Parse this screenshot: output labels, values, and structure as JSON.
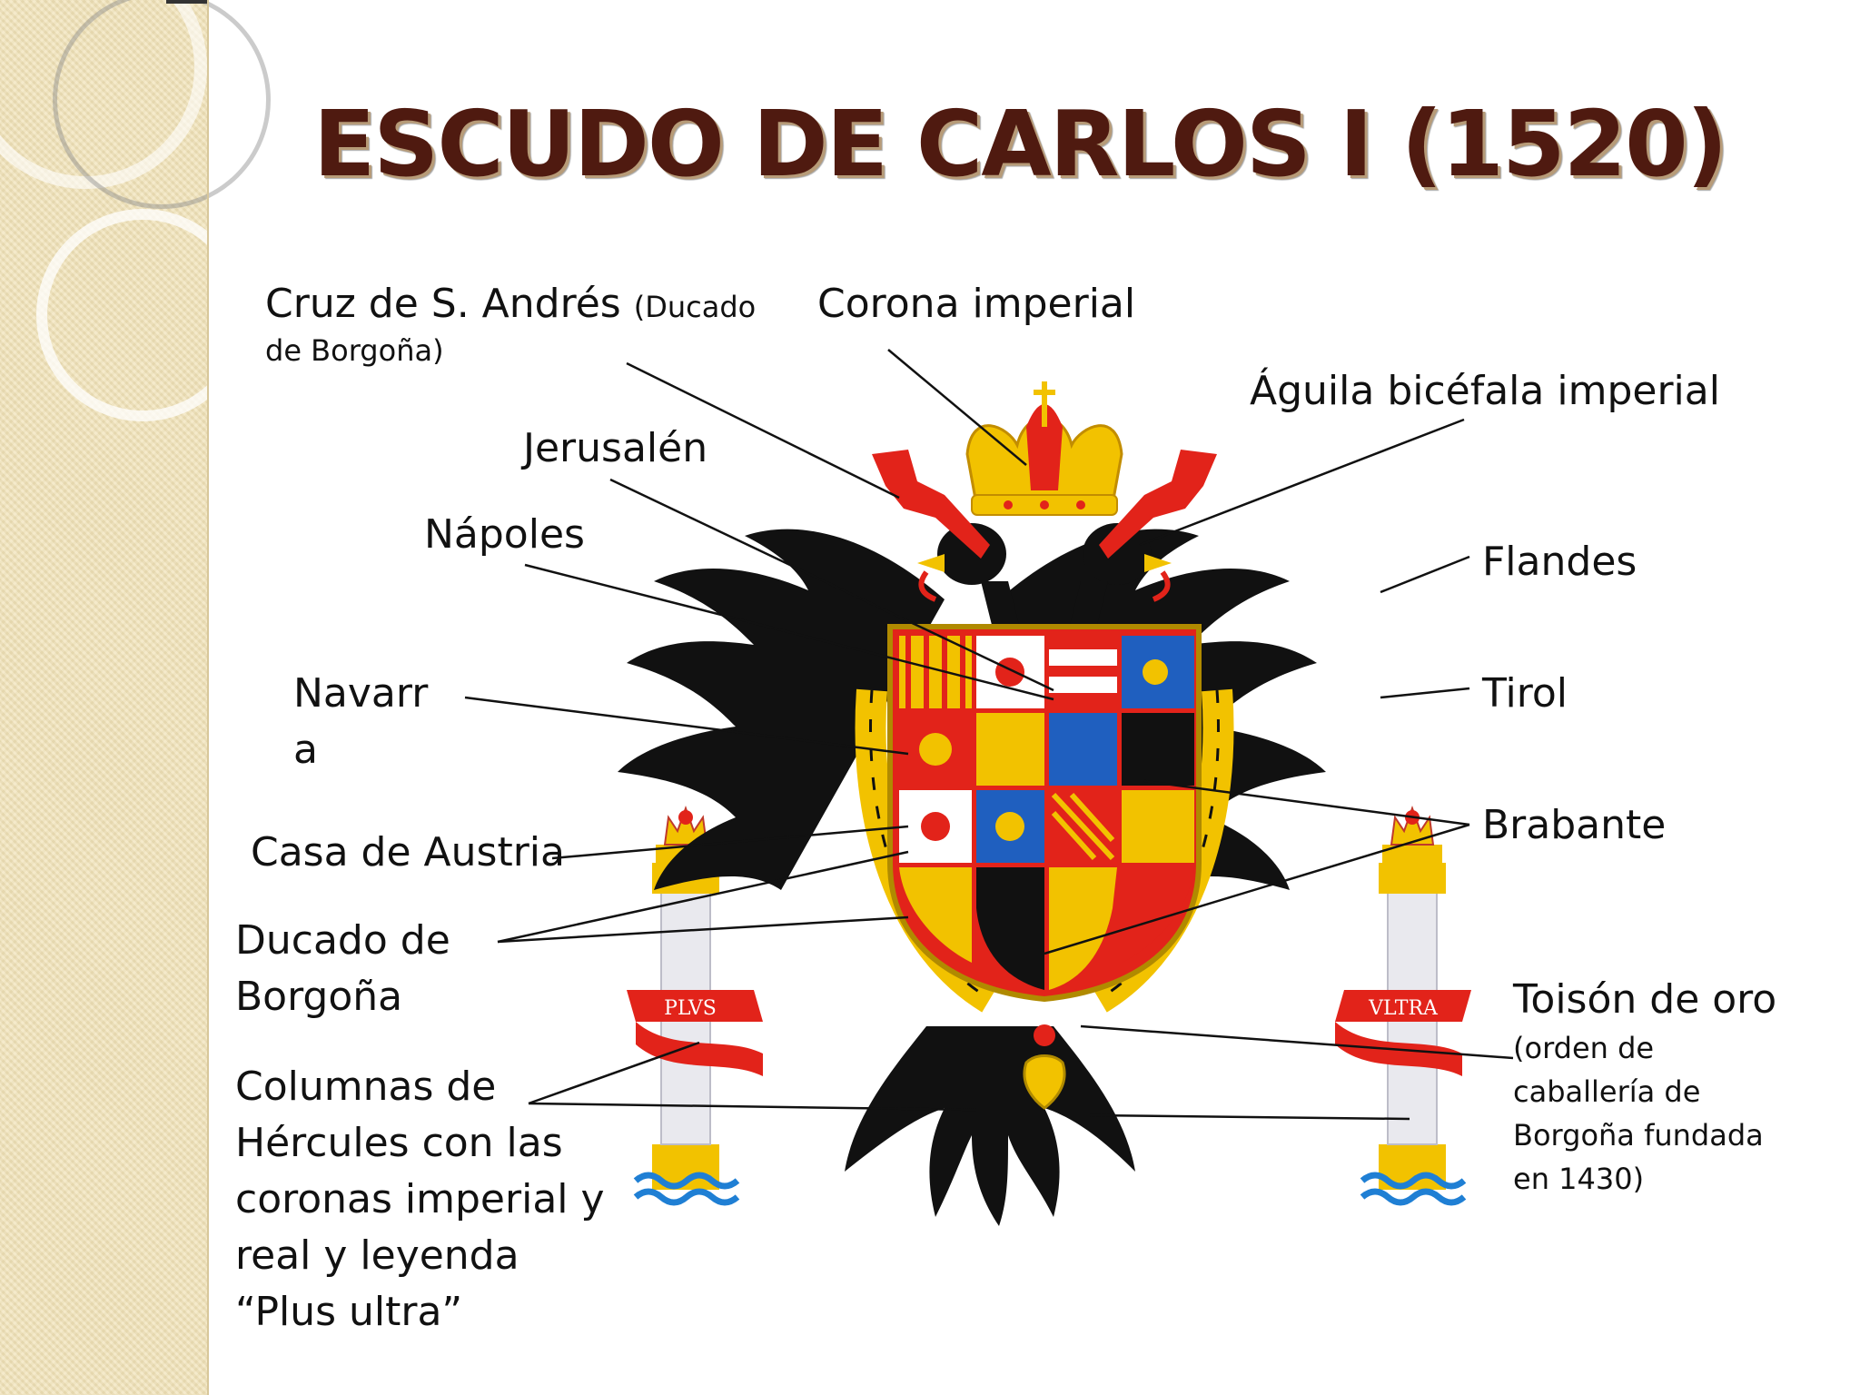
{
  "slide": {
    "title": "ESCUDO DE CARLOS I (1520)"
  },
  "labels": {
    "cruz_main": "Cruz de S. Andrés",
    "cruz_note": "(Ducado",
    "cruz_note2": "de Borgoña)",
    "corona": "Corona imperial",
    "aguila": "Águila bicéfala imperial",
    "jerusalen": "Jerusalén",
    "napoles": "Nápoles",
    "flandes": "Flandes",
    "navarra_1": "Navarr",
    "navarra_2": "a",
    "tirol": "Tirol",
    "casa_austria": "Casa de Austria",
    "brabante": "Brabante",
    "borgona_1": "Ducado de",
    "borgona_2": "Borgoña",
    "columnas_1": "Columnas de",
    "columnas_2": "Hércules con las",
    "columnas_3": "coronas imperial y",
    "columnas_4": "real y leyenda",
    "columnas_5": "“Plus ultra”",
    "toison_1": "Toisón de oro",
    "toison_2": "(orden de",
    "toison_3": "caballería de",
    "toison_4": "Borgoña fundada",
    "toison_5": "en 1430)"
  },
  "emblem": {
    "banner_left": "PLVS",
    "banner_right": "VLTRA"
  },
  "colors": {
    "title": "#4f1a10",
    "sidebar": "#f1e2b7",
    "red": "#e2231a",
    "gold": "#f2c200",
    "black": "#111111",
    "blue": "#1f5fbf"
  }
}
